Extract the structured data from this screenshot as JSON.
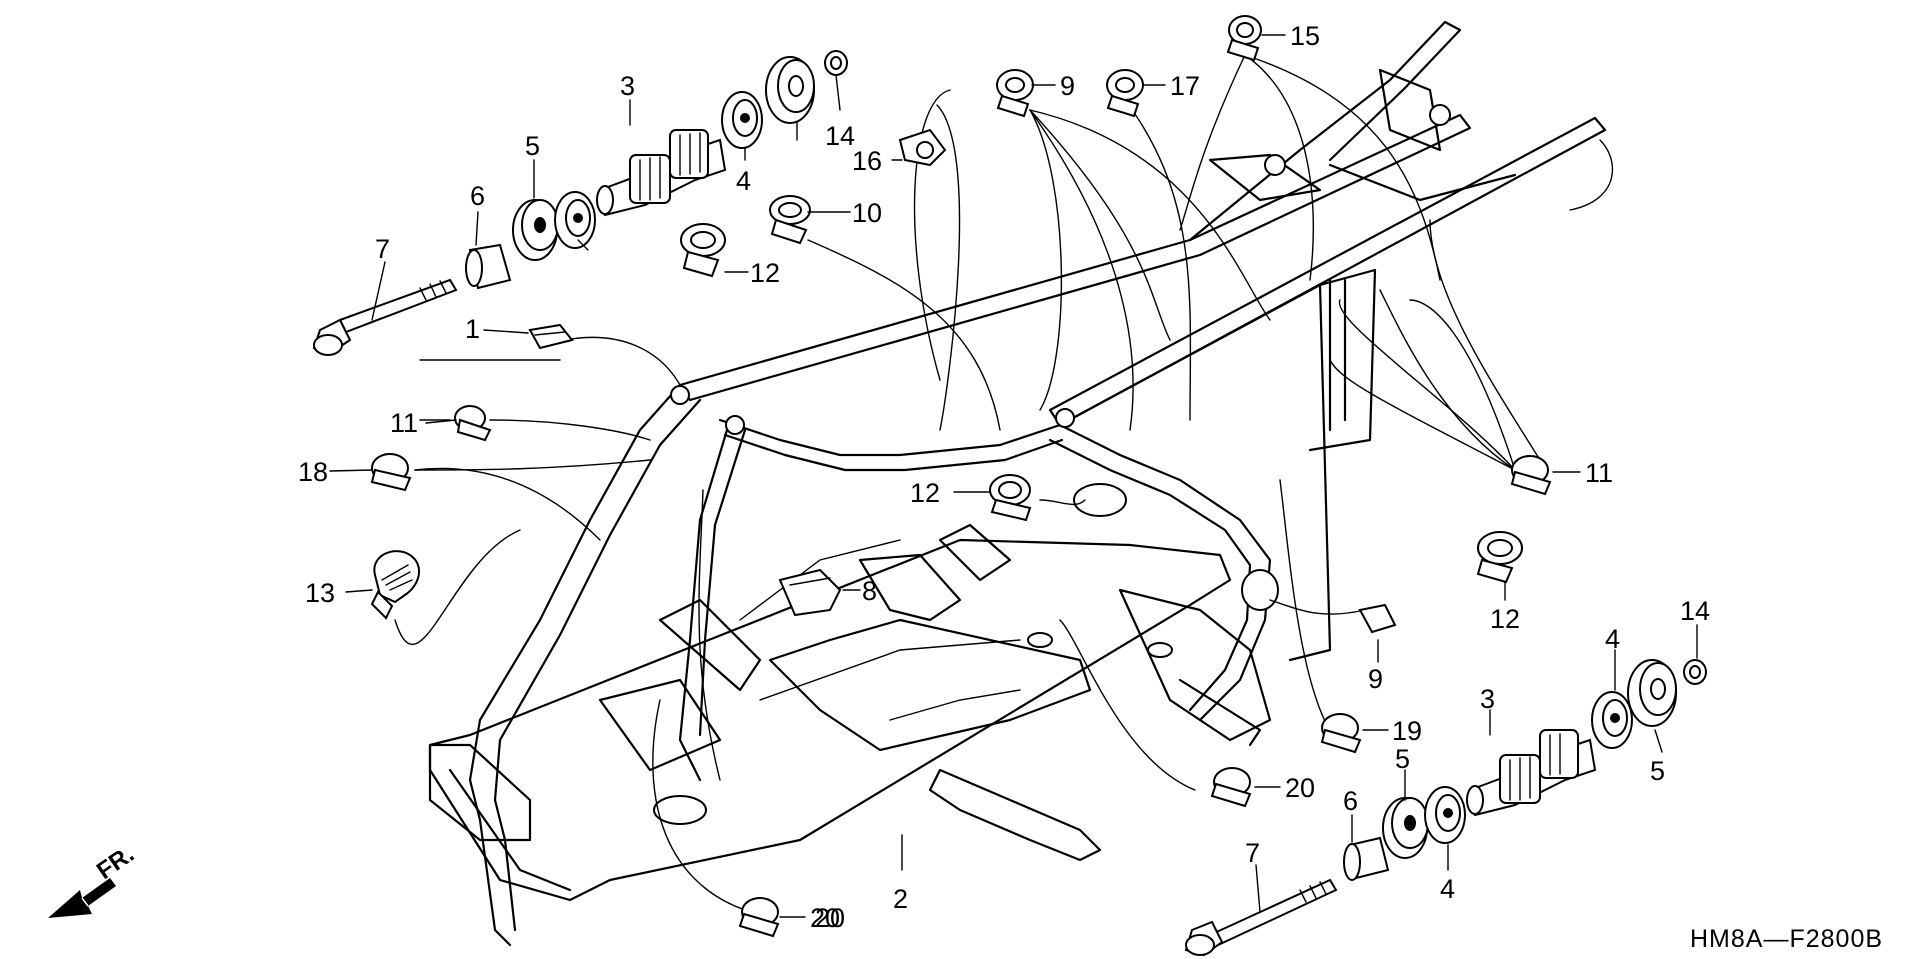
{
  "diagram_code": "HM8A—F2800B",
  "front_marker": {
    "label": "FR.",
    "icon": "front-direction-arrow-icon"
  },
  "callouts": [
    "1",
    "2",
    "3",
    "4",
    "5",
    "6",
    "7",
    "8",
    "9",
    "10",
    "11",
    "12",
    "13",
    "14",
    "15",
    "16",
    "17",
    "18",
    "19",
    "20",
    "3",
    "4",
    "5",
    "4",
    "5",
    "6",
    "7",
    "14",
    "9",
    "11",
    "12",
    "12",
    "20",
    "20"
  ]
}
